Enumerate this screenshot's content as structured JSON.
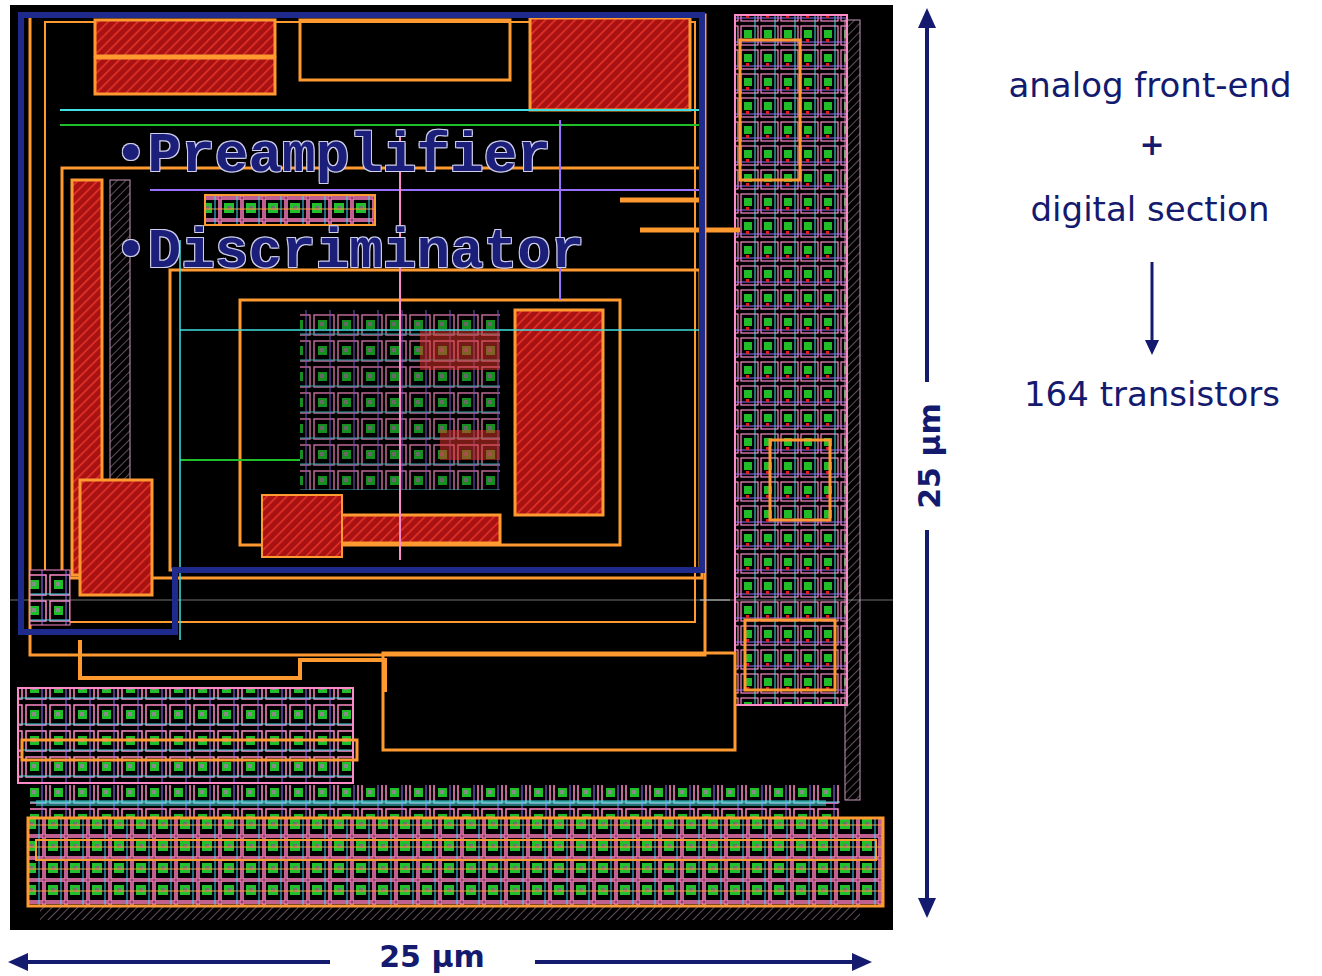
{
  "diagram": {
    "nodes": [
      {
        "text": [
          "•Preamplifier",
          "•Discriminator"
        ]
      }
    ],
    "labels": [
      "analog front-end",
      "+",
      "digital section",
      "164 transistors",
      "25 μm",
      "25 μm"
    ]
  }
}
